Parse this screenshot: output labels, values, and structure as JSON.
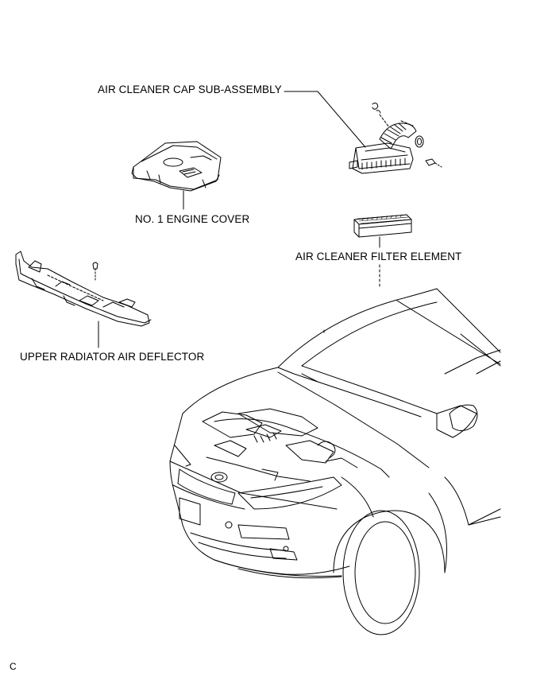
{
  "labels": {
    "air_cleaner_cap": "AIR CLEANER CAP SUB-ASSEMBLY",
    "engine_cover": "NO. 1 ENGINE COVER",
    "filter_element": "AIR CLEANER FILTER ELEMENT",
    "radiator_deflector": "UPPER RADIATOR AIR DEFLECTOR",
    "illustration_code": "C"
  },
  "colors": {
    "line": "#000000",
    "background": "#ffffff"
  }
}
